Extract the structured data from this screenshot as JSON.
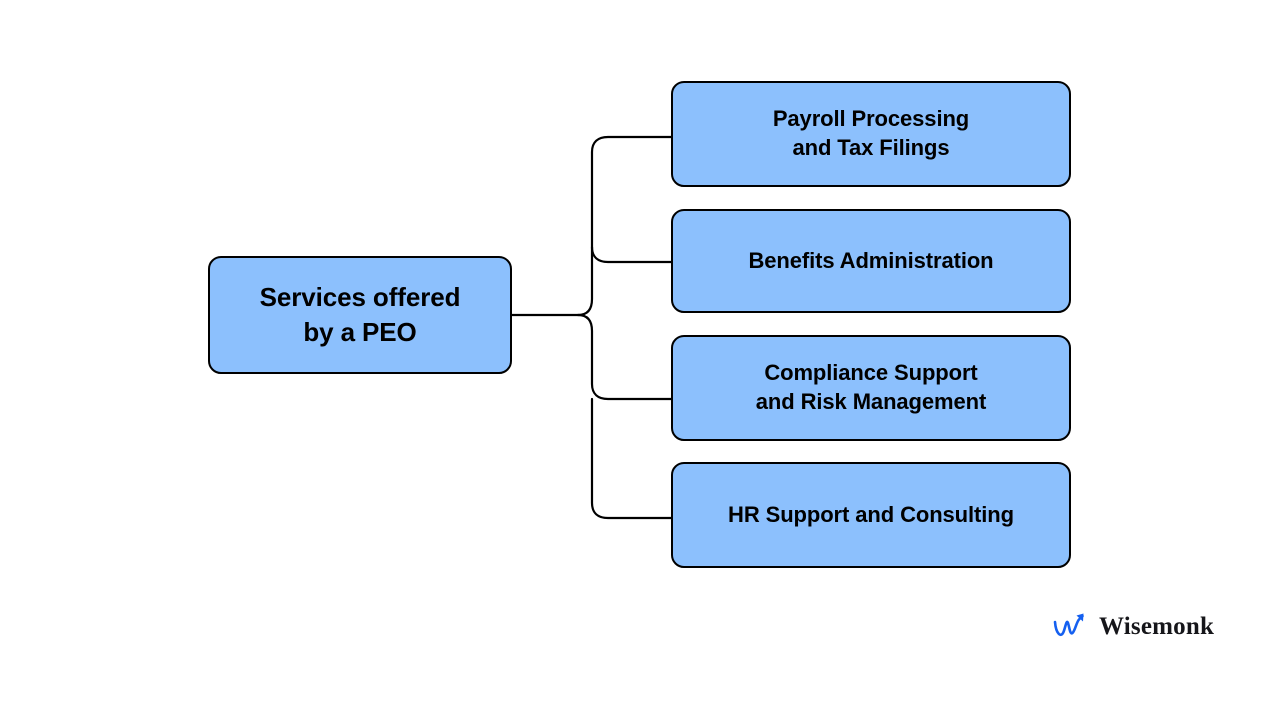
{
  "diagram": {
    "type": "horizontal-tree",
    "background_color": "#ffffff",
    "node_fill_color": "#8cc0fd",
    "node_border_color": "#000000",
    "connector_color": "#000000",
    "root": {
      "label": "Services offered\nby a PEO"
    },
    "children": [
      {
        "label": "Payroll Processing\nand Tax Filings"
      },
      {
        "label": "Benefits Administration"
      },
      {
        "label": "Compliance Support\nand Risk Management"
      },
      {
        "label": "HR Support and Consulting"
      }
    ]
  },
  "watermark": {
    "brand": "Wisemonk",
    "mark_color": "#1560f0",
    "icon": "wisemonk-zigzag-arrow-icon"
  }
}
